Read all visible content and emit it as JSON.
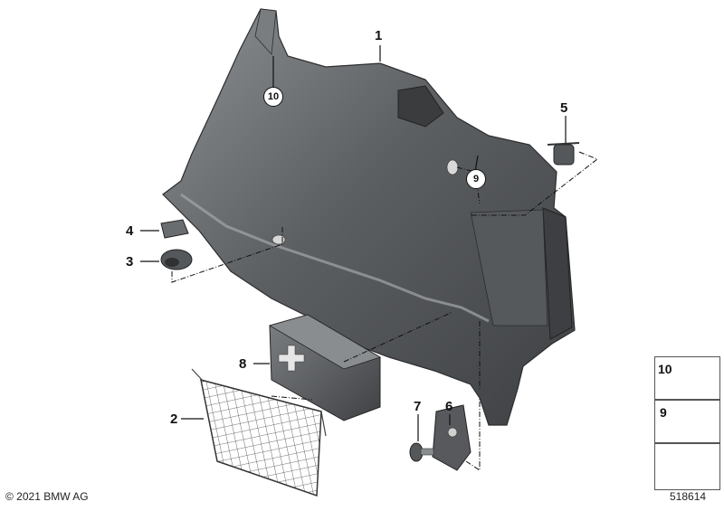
{
  "parts": {
    "p1": "1",
    "p2": "2",
    "p3": "3",
    "p4": "4",
    "p5": "5",
    "p6": "6",
    "p7": "7",
    "p8": "8",
    "p9": "9",
    "p10": "10"
  },
  "legend": {
    "item_a": "10",
    "item_b": "9"
  },
  "footer": {
    "copyright": "© 2021 BMW AG",
    "diagram_number": "518614"
  },
  "colors": {
    "trim_dark": "#4a4c4f",
    "trim_mid": "#6d7073",
    "trim_light": "#9a9da0",
    "leader": "#111111"
  }
}
